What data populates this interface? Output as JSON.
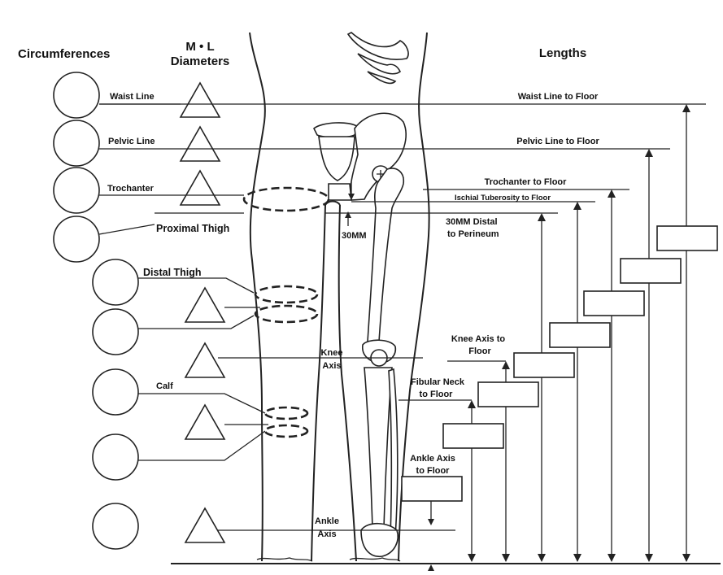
{
  "headers": {
    "circumferences": "Circumferences",
    "ml_line1": "M • L",
    "ml_line2": "Diameters",
    "lengths": "Lengths"
  },
  "left_labels": {
    "waist_line": "Waist Line",
    "pelvic_line": "Pelvic Line",
    "trochanter": "Trochanter",
    "proximal_thigh": "Proximal Thigh",
    "distal_thigh": "Distal Thigh",
    "calf": "Calf",
    "knee_axis_line1": "Knee",
    "knee_axis_line2": "Axis",
    "ankle_axis_line1": "Ankle",
    "ankle_axis_line2": "Axis",
    "thirty_mm": "30MM"
  },
  "length_labels": {
    "waist_to_floor": "Waist Line to Floor",
    "pelvic_to_floor": "Pelvic Line to Floor",
    "trochanter_to_floor": "Trochanter to Floor",
    "ischial_to_floor": "Ischial Tuberosity to Floor",
    "distal_perineum_line1": "30MM Distal",
    "distal_perineum_line2": "to Perineum",
    "knee_to_floor_line1": "Knee Axis to",
    "knee_to_floor_line2": "Floor",
    "fibular_to_floor_line1": "Fibular Neck",
    "fibular_to_floor_line2": "to Floor",
    "ankle_to_floor_line1": "Ankle Axis",
    "ankle_to_floor_line2": "to Floor"
  },
  "colors": {
    "ink": "#222222",
    "background": "#ffffff"
  }
}
